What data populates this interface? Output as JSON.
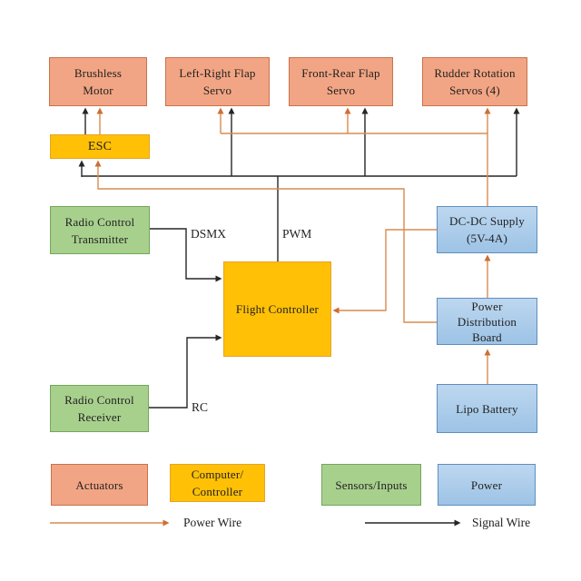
{
  "background": "#ffffff",
  "blocks": {
    "brushless_motor": {
      "lines": [
        "Brushless",
        "Motor"
      ],
      "category": "actuator"
    },
    "lr_flap_servo": {
      "lines": [
        "Left-Right Flap",
        "Servo"
      ],
      "category": "actuator"
    },
    "fr_flap_servo": {
      "lines": [
        "Front-Rear Flap",
        "Servo"
      ],
      "category": "actuator"
    },
    "rudder_servos": {
      "lines": [
        "Rudder Rotation",
        "Servos (4)"
      ],
      "category": "actuator"
    },
    "esc": {
      "lines": [
        "ESC"
      ],
      "category": "computer-controller"
    },
    "rc_transmitter": {
      "lines": [
        "Radio Control",
        "Transmitter"
      ],
      "category": "sensor-input"
    },
    "rc_receiver": {
      "lines": [
        "Radio Control",
        "Receiver"
      ],
      "category": "sensor-input"
    },
    "flight_controller": {
      "lines": [
        "Flight Controller"
      ],
      "category": "computer-controller"
    },
    "dcdc_supply": {
      "lines": [
        "DC-DC Supply",
        "(5V-4A)"
      ],
      "category": "power"
    },
    "power_distribution_board": {
      "lines": [
        "Power",
        "Distribution",
        "Board"
      ],
      "category": "power"
    },
    "lipo_battery": {
      "lines": [
        "Lipo Battery"
      ],
      "category": "power"
    }
  },
  "wire_labels": {
    "dsmx": "DSMX",
    "pwm": "PWM",
    "rc": "RC"
  },
  "legend": {
    "actuators": {
      "label": "Actuators"
    },
    "computer_controller": {
      "lines": [
        "Computer/",
        "Controller"
      ]
    },
    "sensors_inputs": {
      "label": "Sensors/Inputs"
    },
    "power": {
      "label": "Power"
    },
    "power_wire_label": "Power Wire",
    "signal_wire_label": "Signal Wire"
  },
  "colors": {
    "actuator_fill": "#F2A584",
    "actuator_border": "#C8734A",
    "controller_fill": "#FFC006",
    "controller_border": "#E5A42B",
    "sensor_fill": "#A8D08D",
    "sensor_border": "#74A65A",
    "power_fill": "#9DC3E6",
    "power_fill_light": "#BDD7EF",
    "power_border": "#5E8FBF",
    "power_wire": "#D88C4F",
    "signal_wire": "#262626",
    "text": "#1F1F1F"
  }
}
